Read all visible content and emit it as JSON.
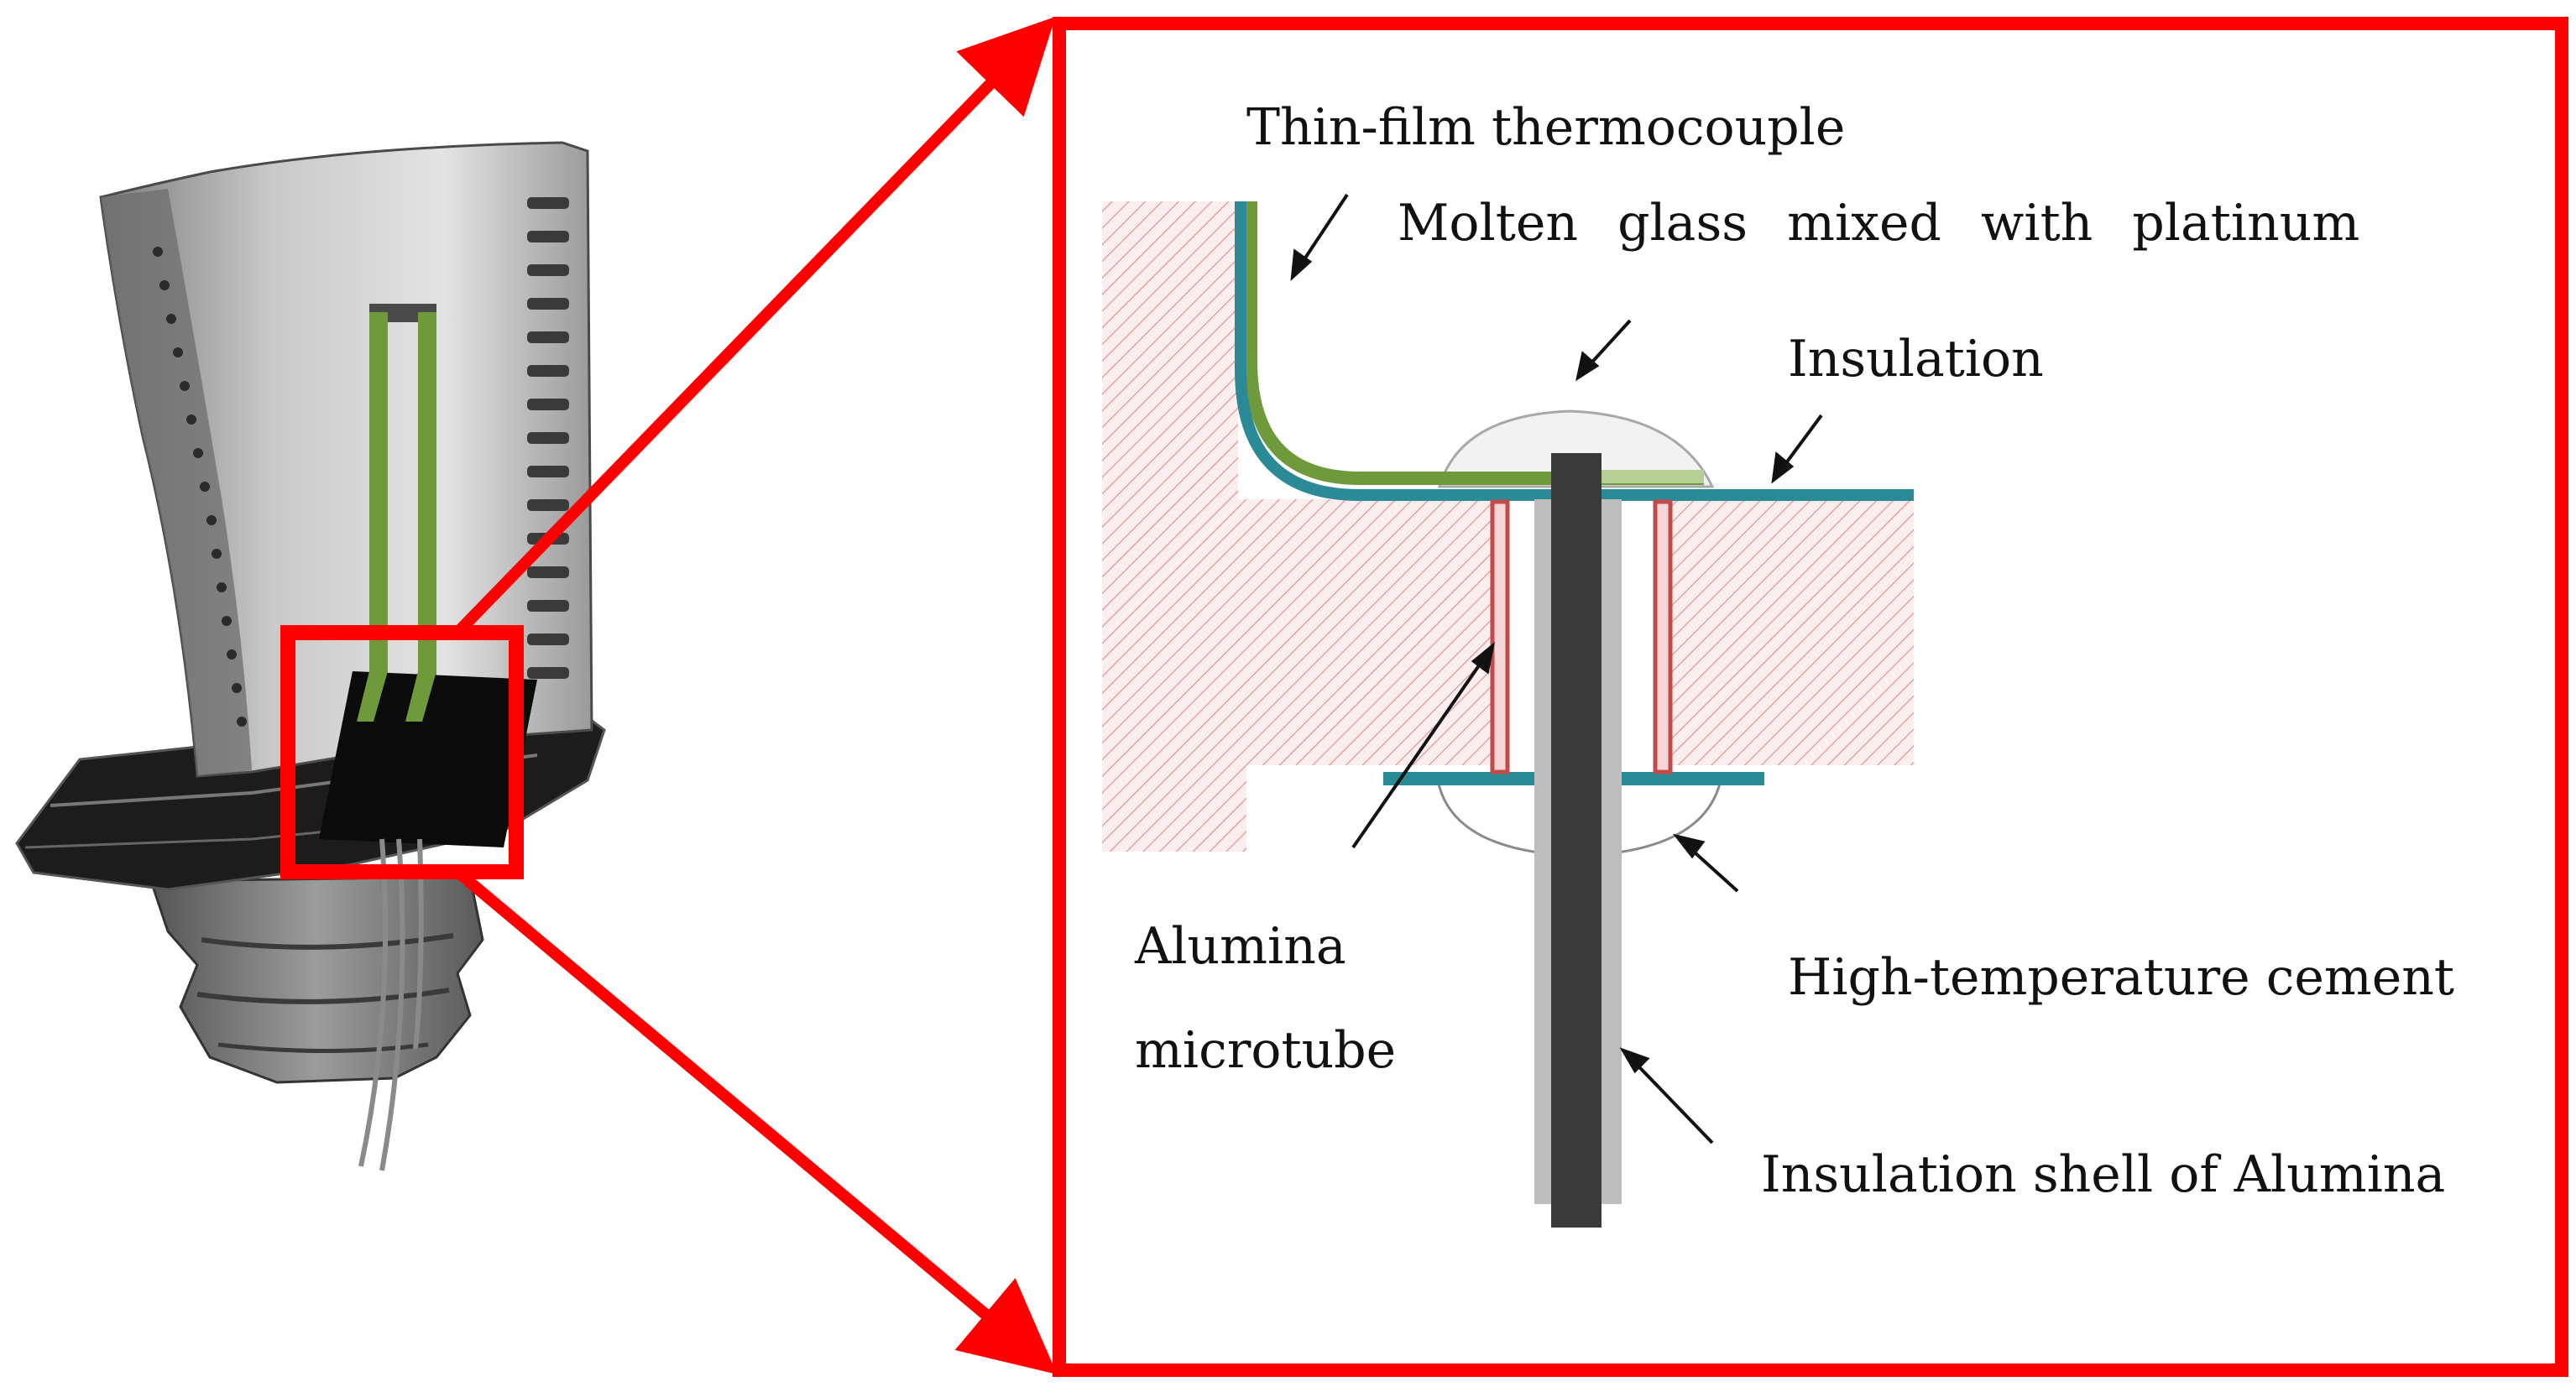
{
  "colors": {
    "zoom_box": "#ff0000",
    "insulation": "#2a8a96",
    "thermocouple_film": "#6f9a3c",
    "substrate_hatch": "#e8a2a2",
    "microtube_wall": "#c24a4a",
    "lead_wire": "#3a3a3a",
    "alumina_shell": "#bdbdbd"
  },
  "labels": {
    "thin_film_thermocouple": "Thin-film thermocouple",
    "molten_glass": "Molten glass mixed with platinum",
    "insulation": "Insulation",
    "alumina_microtube_line1": "Alumina",
    "alumina_microtube_line2": "microtube",
    "high_temperature_cement": "High-temperature cement",
    "insulation_shell": "Insulation shell of Alumina"
  }
}
